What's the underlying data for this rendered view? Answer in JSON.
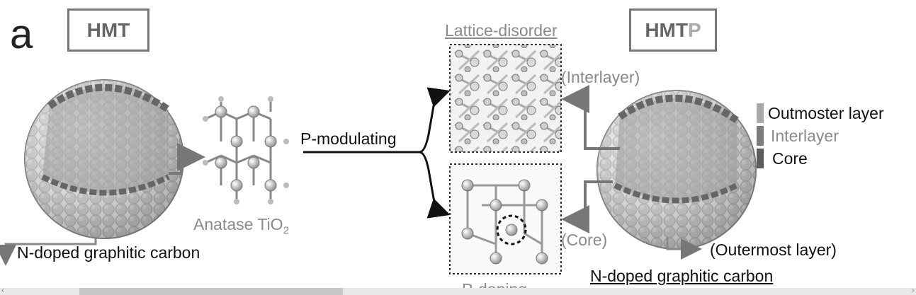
{
  "panel_letter": "a",
  "left_box": "HMT",
  "right_box": {
    "prefix": "HMT",
    "suffix": "P"
  },
  "anatase_label": "Anatase TiO",
  "anatase_sub": "2",
  "n_doped_left": "N-doped graphitic carbon",
  "n_doped_right": "N-doped graphitic carbon",
  "p_modulating": "P-modulating",
  "lattice_disorder": "Lattice-disorder",
  "interlayer_arrow": "(Interlayer)",
  "core_arrow": "(Core)",
  "outermost_arrow": "(Outermost layer)",
  "bottom_cut_label": "P-doping",
  "legend": [
    {
      "label": "Outmoster layer",
      "color": "#9a9a9a",
      "text_color": "#111111"
    },
    {
      "label": "Interlayer",
      "color": "#7a7a7a",
      "text_color": "#8a8a8a"
    },
    {
      "label": "Core",
      "color": "#5a5a5a",
      "text_color": "#111111"
    }
  ]
}
